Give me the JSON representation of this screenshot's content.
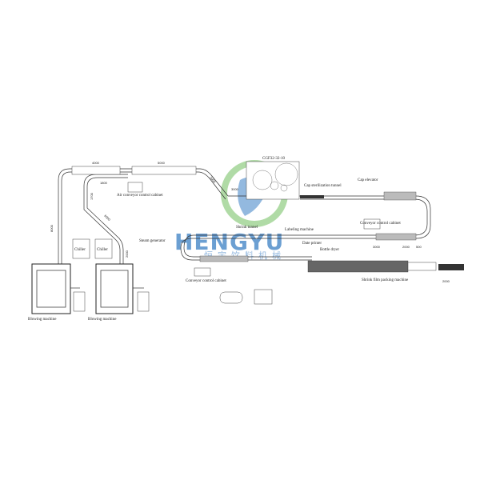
{
  "labels": {
    "blowing_machine_1": "Blowing machine",
    "blowing_machine_2": "Blowing machine",
    "chiller_1": "Chiller",
    "chiller_2": "Chiller",
    "air_conveyor_cabinet": "Air conveyor control cabinet",
    "filler_model": "CGF32-32-10",
    "cap_sterilization": "Cap sterilization tunnel",
    "cap_elevator": "Cap elevator",
    "conveyor_cabinet_right": "Conveyor control cabinet",
    "conveyor_cabinet_left": "Conveyor control cabinet",
    "shrink_tunnel": "Shrink tunnel",
    "steam_generator": "Steam generator",
    "labeling_machine": "Labeling machine",
    "date_printer": "Date printer",
    "bottle_dryer": "Bottle dryer",
    "shrink_film_packing": "Shrink film packing machine"
  },
  "dimensions": {
    "top_left": "4000",
    "top_mid": "5000",
    "small_1": "1800",
    "vertical_left": "8000",
    "vertical_mid": "1700",
    "diag_mid": "6000",
    "low_mid": "2000",
    "slant_right": "2000",
    "filler_in": "3000",
    "right_1": "3000",
    "right_2": "2000",
    "right_3": "500",
    "end": "2000"
  },
  "logo": {
    "brand": "HENGYU",
    "chinese": "恒宇饮料机械",
    "colors": {
      "green": "#7cc36a",
      "blue": "#3a7fc4"
    }
  }
}
